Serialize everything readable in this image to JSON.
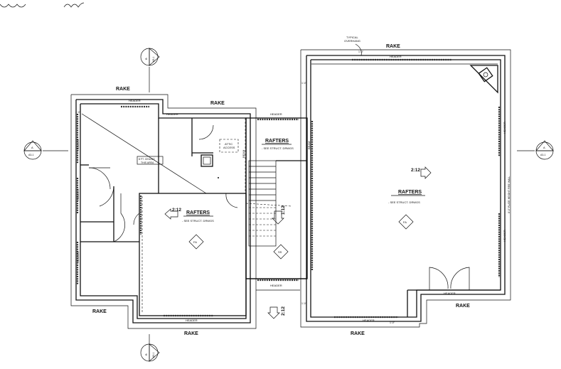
{
  "plan": {
    "rake": "RAKE",
    "header": "HEADER",
    "beam": "BEAM",
    "rafters": "RAFTERS",
    "rafters_note": "- SEE STRUCT. DRWGS",
    "slope": "2:12",
    "slope_alt": "1:12",
    "fa": "FA",
    "ss": "SS",
    "typical_overhang_1": "TYPICAL",
    "typical_overhang_2": "OVERHANG",
    "overhang_dim": "1'-0\"",
    "attic_access_1": "ATTIC",
    "attic_access_2": "ACCESS",
    "ceiling_note_1": "8 FT. CEILING",
    "ceiling_note_2": "THIS AREA",
    "plate_note": "8'-0\" PLATE HEIGHT FIRE WALL",
    "section_a": "A",
    "section_b": "B",
    "sheet_ref": "A3-1"
  }
}
